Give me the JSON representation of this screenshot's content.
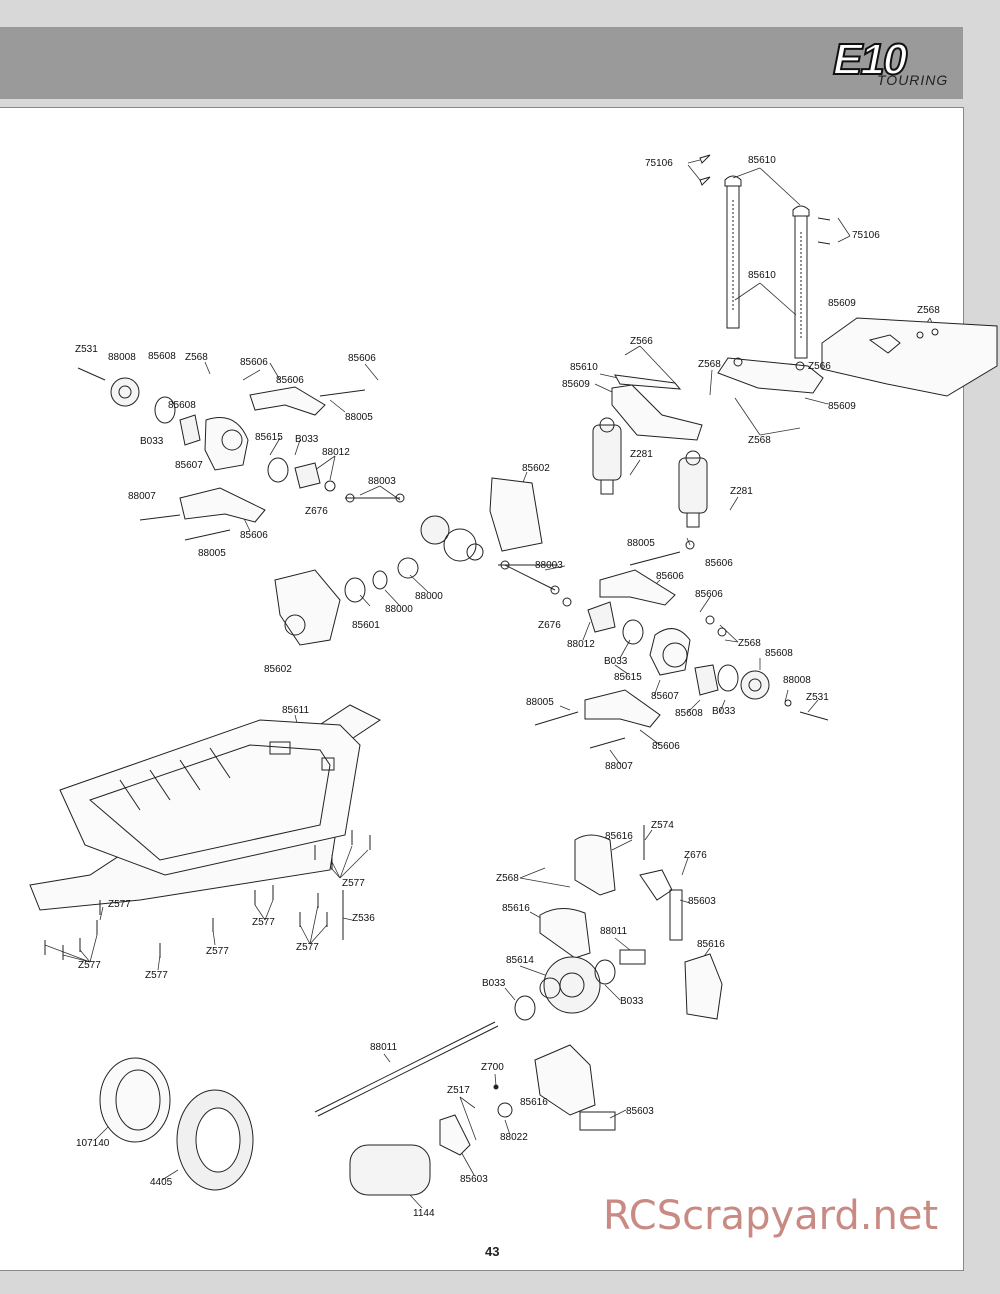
{
  "header": {
    "logo_main": "E10",
    "logo_sub": "TOURING"
  },
  "page_number": "43",
  "watermark": "RCScrapyard.net",
  "labels": {
    "l75106a": "75106",
    "l85610a": "85610",
    "l75106b": "75106",
    "l85610b": "85610",
    "l85609a": "85609",
    "lZ568a": "Z568",
    "lZ566a": "Z566",
    "l85610c": "85610",
    "lZ568b": "Z568",
    "lZ566b": "Z566",
    "l85609b": "85609",
    "l85609c": "85609",
    "lZ568c": "Z568",
    "lZ281a": "Z281",
    "lZ281b": "Z281",
    "lZ531a": "Z531",
    "l88008a": "88008",
    "l85608a": "85608",
    "lZ568d": "Z568",
    "l85606a": "85606",
    "l85606b": "85606",
    "l85606c": "85606",
    "l85608b": "85608",
    "l88005a": "88005",
    "lB033a": "B033",
    "l85607a": "85607",
    "l85615a": "85615",
    "lB033b": "B033",
    "l88012a": "88012",
    "l88003a": "88003",
    "l85602a": "85602",
    "l88007a": "88007",
    "lZ676a": "Z676",
    "l85606d": "85606",
    "l88005b": "88005",
    "l88005c": "88005",
    "l85606e": "85606",
    "l88003b": "88003",
    "l85606f": "85606",
    "l85601": "85601",
    "l88000a": "88000",
    "l88000b": "88000",
    "lZ676b": "Z676",
    "l85602b": "85602",
    "l88012b": "88012",
    "l85606g": "85606",
    "lZ568e": "Z568",
    "lB033c": "B033",
    "l85615b": "85615",
    "l85608c": "85608",
    "l88008b": "88008",
    "l85607b": "85607",
    "l85608d": "85608",
    "lB033d": "B033",
    "lZ531b": "Z531",
    "l88005d": "88005",
    "l85606h": "85606",
    "l88007b": "88007",
    "l85611": "85611",
    "lZ577a": "Z577",
    "lZ577b": "Z577",
    "lZ577c": "Z577",
    "lZ577d": "Z577",
    "lZ577e": "Z577",
    "lZ577f": "Z577",
    "lZ577g": "Z577",
    "lZ536": "Z536",
    "l85616a": "85616",
    "lZ574": "Z574",
    "lZ568f": "Z568",
    "lZ676c": "Z676",
    "l85603a": "85603",
    "l85616b": "85616",
    "l88011a": "88011",
    "l85616c": "85616",
    "l85614": "85614",
    "lB033e": "B033",
    "lB033f": "B033",
    "l88011b": "88011",
    "lZ700": "Z700",
    "lZ517": "Z517",
    "l85616d": "85616",
    "l85603b": "85603",
    "l88022": "88022",
    "l107140": "107140",
    "l4405": "4405",
    "l85603c": "85603",
    "l1144": "1144"
  }
}
